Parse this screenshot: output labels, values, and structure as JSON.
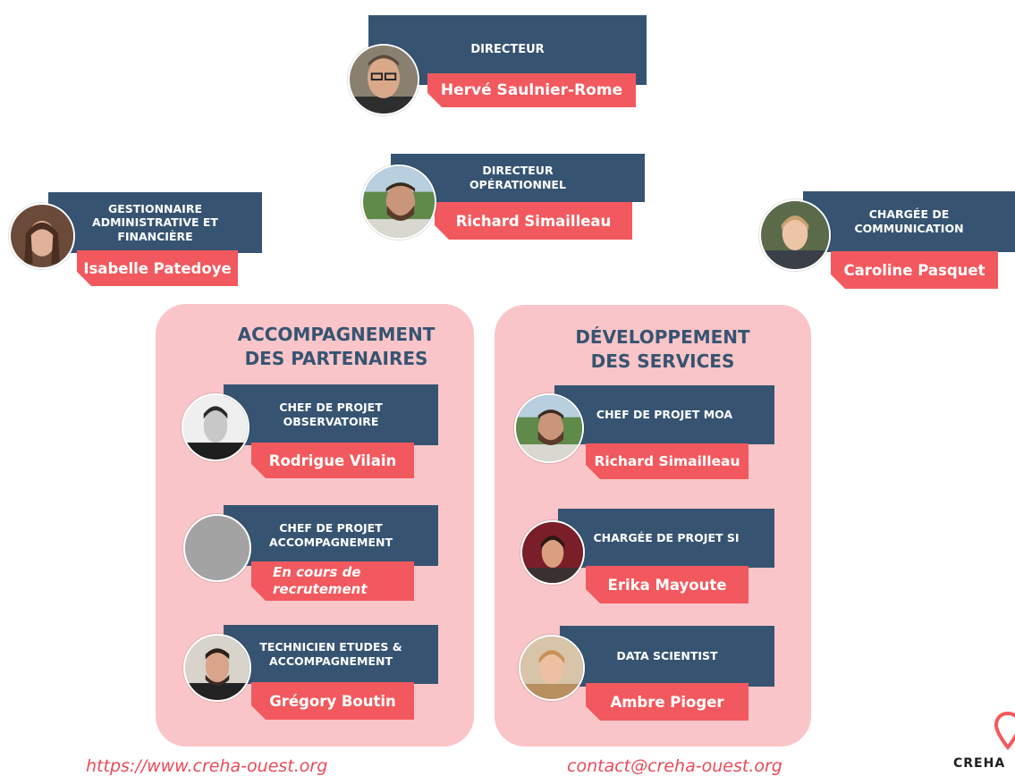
{
  "director": {
    "title": "DIRECTEUR",
    "name": "Hervé Saulnier-Rome",
    "avatar_icon": "person-photo-icon"
  },
  "operations_director": {
    "title": "DIRECTEUR\nOPÉRATIONNEL",
    "name": "Richard Simailleau",
    "avatar_icon": "person-photo-icon"
  },
  "admin_manager": {
    "title": "GESTIONNAIRE\nADMINISTRATIVE ET\nFINANCIÈRE",
    "name": "Isabelle Patedoye",
    "avatar_icon": "person-photo-icon"
  },
  "communication": {
    "title": "CHARGÉE DE\nCOMMUNICATION",
    "name": "Caroline Pasquet",
    "avatar_icon": "person-photo-icon"
  },
  "sections": {
    "partners": {
      "title": "ACCOMPAGNEMENT\nDES PARTENAIRES",
      "members": [
        {
          "title": "CHEF DE PROJET\nOBSERVATOIRE",
          "name": "Rodrigue Vilain"
        },
        {
          "title": "CHEF DE PROJET\nACCOMPAGNEMENT",
          "name": "En cours de\nrecrutement"
        },
        {
          "title": "TECHNICIEN ETUDES &\nACCOMPAGNEMENT",
          "name": "Grégory Boutin"
        }
      ]
    },
    "services": {
      "title": "DÉVELOPPEMENT\nDES SERVICES",
      "members": [
        {
          "title": "CHEF DE PROJET MOA",
          "name": "Richard Simailleau"
        },
        {
          "title": "CHARGÉE DE PROJET SI",
          "name": "Erika Mayoute"
        },
        {
          "title": "DATA SCIENTIST",
          "name": "Ambre Pioger"
        }
      ]
    }
  },
  "footer": {
    "website": "https://www.creha-ouest.org",
    "email": "contact@creha-ouest.org",
    "logo_text": "CREHA"
  },
  "colors": {
    "navy": "#365472",
    "coral": "#f2595e",
    "section_bg": "#fac5c8",
    "link": "#e84a5a"
  }
}
